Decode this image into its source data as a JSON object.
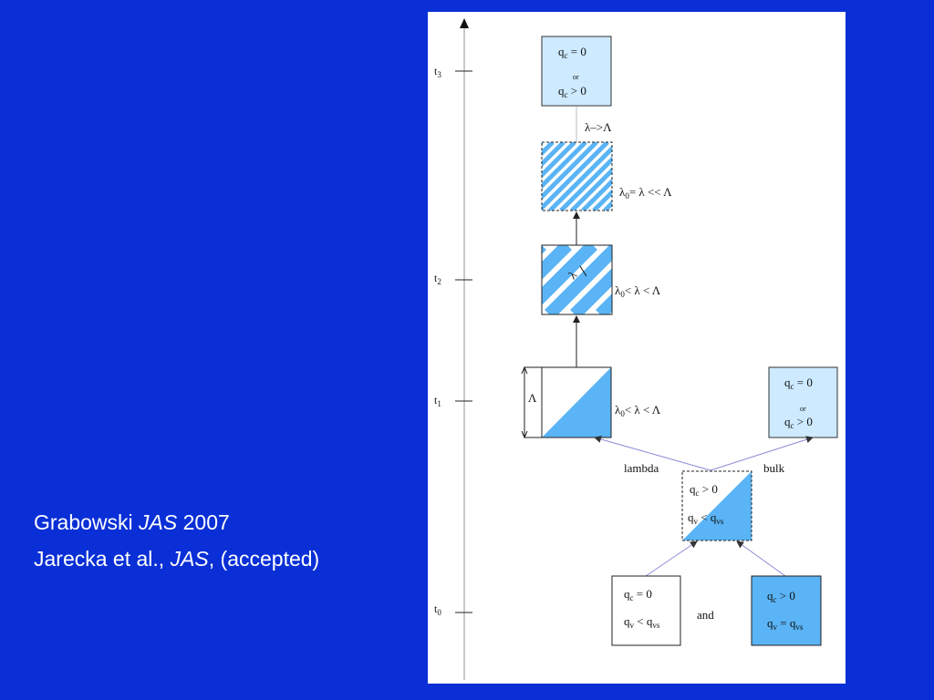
{
  "citations": {
    "line1": {
      "author": "Grabowski ",
      "journal": "JAS",
      "rest": " 2007"
    },
    "line2": {
      "author": "Jarecka et al., ",
      "journal": "JAS",
      "rest": ", (accepted)"
    }
  },
  "diagram": {
    "time_axis": {
      "t3": {
        "main": "t",
        "sub": "3"
      },
      "t2": {
        "main": "t",
        "sub": "2"
      },
      "t1": {
        "main": "t",
        "sub": "1"
      },
      "t0": {
        "main": "t",
        "sub": "0"
      }
    },
    "top_box": {
      "line1": "q",
      "line1_sub": "c",
      "line1_rest": " = 0",
      "or": "or",
      "line2": "q",
      "line2_sub": "c",
      "line2_rest": " > 0"
    },
    "lambda_to_Lambda": "λ–>Λ",
    "label_hatched": {
      "a": "λ",
      "a_sub": "0",
      "rest": "= λ << Λ"
    },
    "label_t2": {
      "a": "λ",
      "a_sub": "0",
      "rest": "< λ < Λ"
    },
    "label_t1": {
      "a": "λ",
      "a_sub": "0",
      "rest": "< λ < Λ"
    },
    "lambda_in_box": "λ",
    "Lambda_height": "Λ",
    "right_box": {
      "line1": "q",
      "line1_sub": "c",
      "line1_rest": " = 0",
      "or": "or",
      "line2": "q",
      "line2_sub": "c",
      "line2_rest": " > 0"
    },
    "branch_lambda": "lambda",
    "branch_bulk": "bulk",
    "mid_box": {
      "line1": "q",
      "line1_sub": "c",
      "line1_rest": " > 0",
      "line2": "q",
      "line2_sub": "v",
      "line2_rest": " < q",
      "line2_sub2": "vs"
    },
    "bottom_left": {
      "line1": "q",
      "line1_sub": "c",
      "line1_rest": " = 0",
      "line2": "q",
      "line2_sub": "v",
      "line2_rest": " < q",
      "line2_sub2": "vs"
    },
    "and": "and",
    "bottom_right": {
      "line1": "q",
      "line1_sub": "c",
      "line1_rest": " > 0",
      "line2": "q",
      "line2_sub": "v",
      "line2_rest": " = q",
      "line2_sub2": "vs"
    },
    "colors": {
      "fill": "#5ab4f5",
      "light": "#cdeaff",
      "arrow": "#8a8ad8"
    }
  }
}
